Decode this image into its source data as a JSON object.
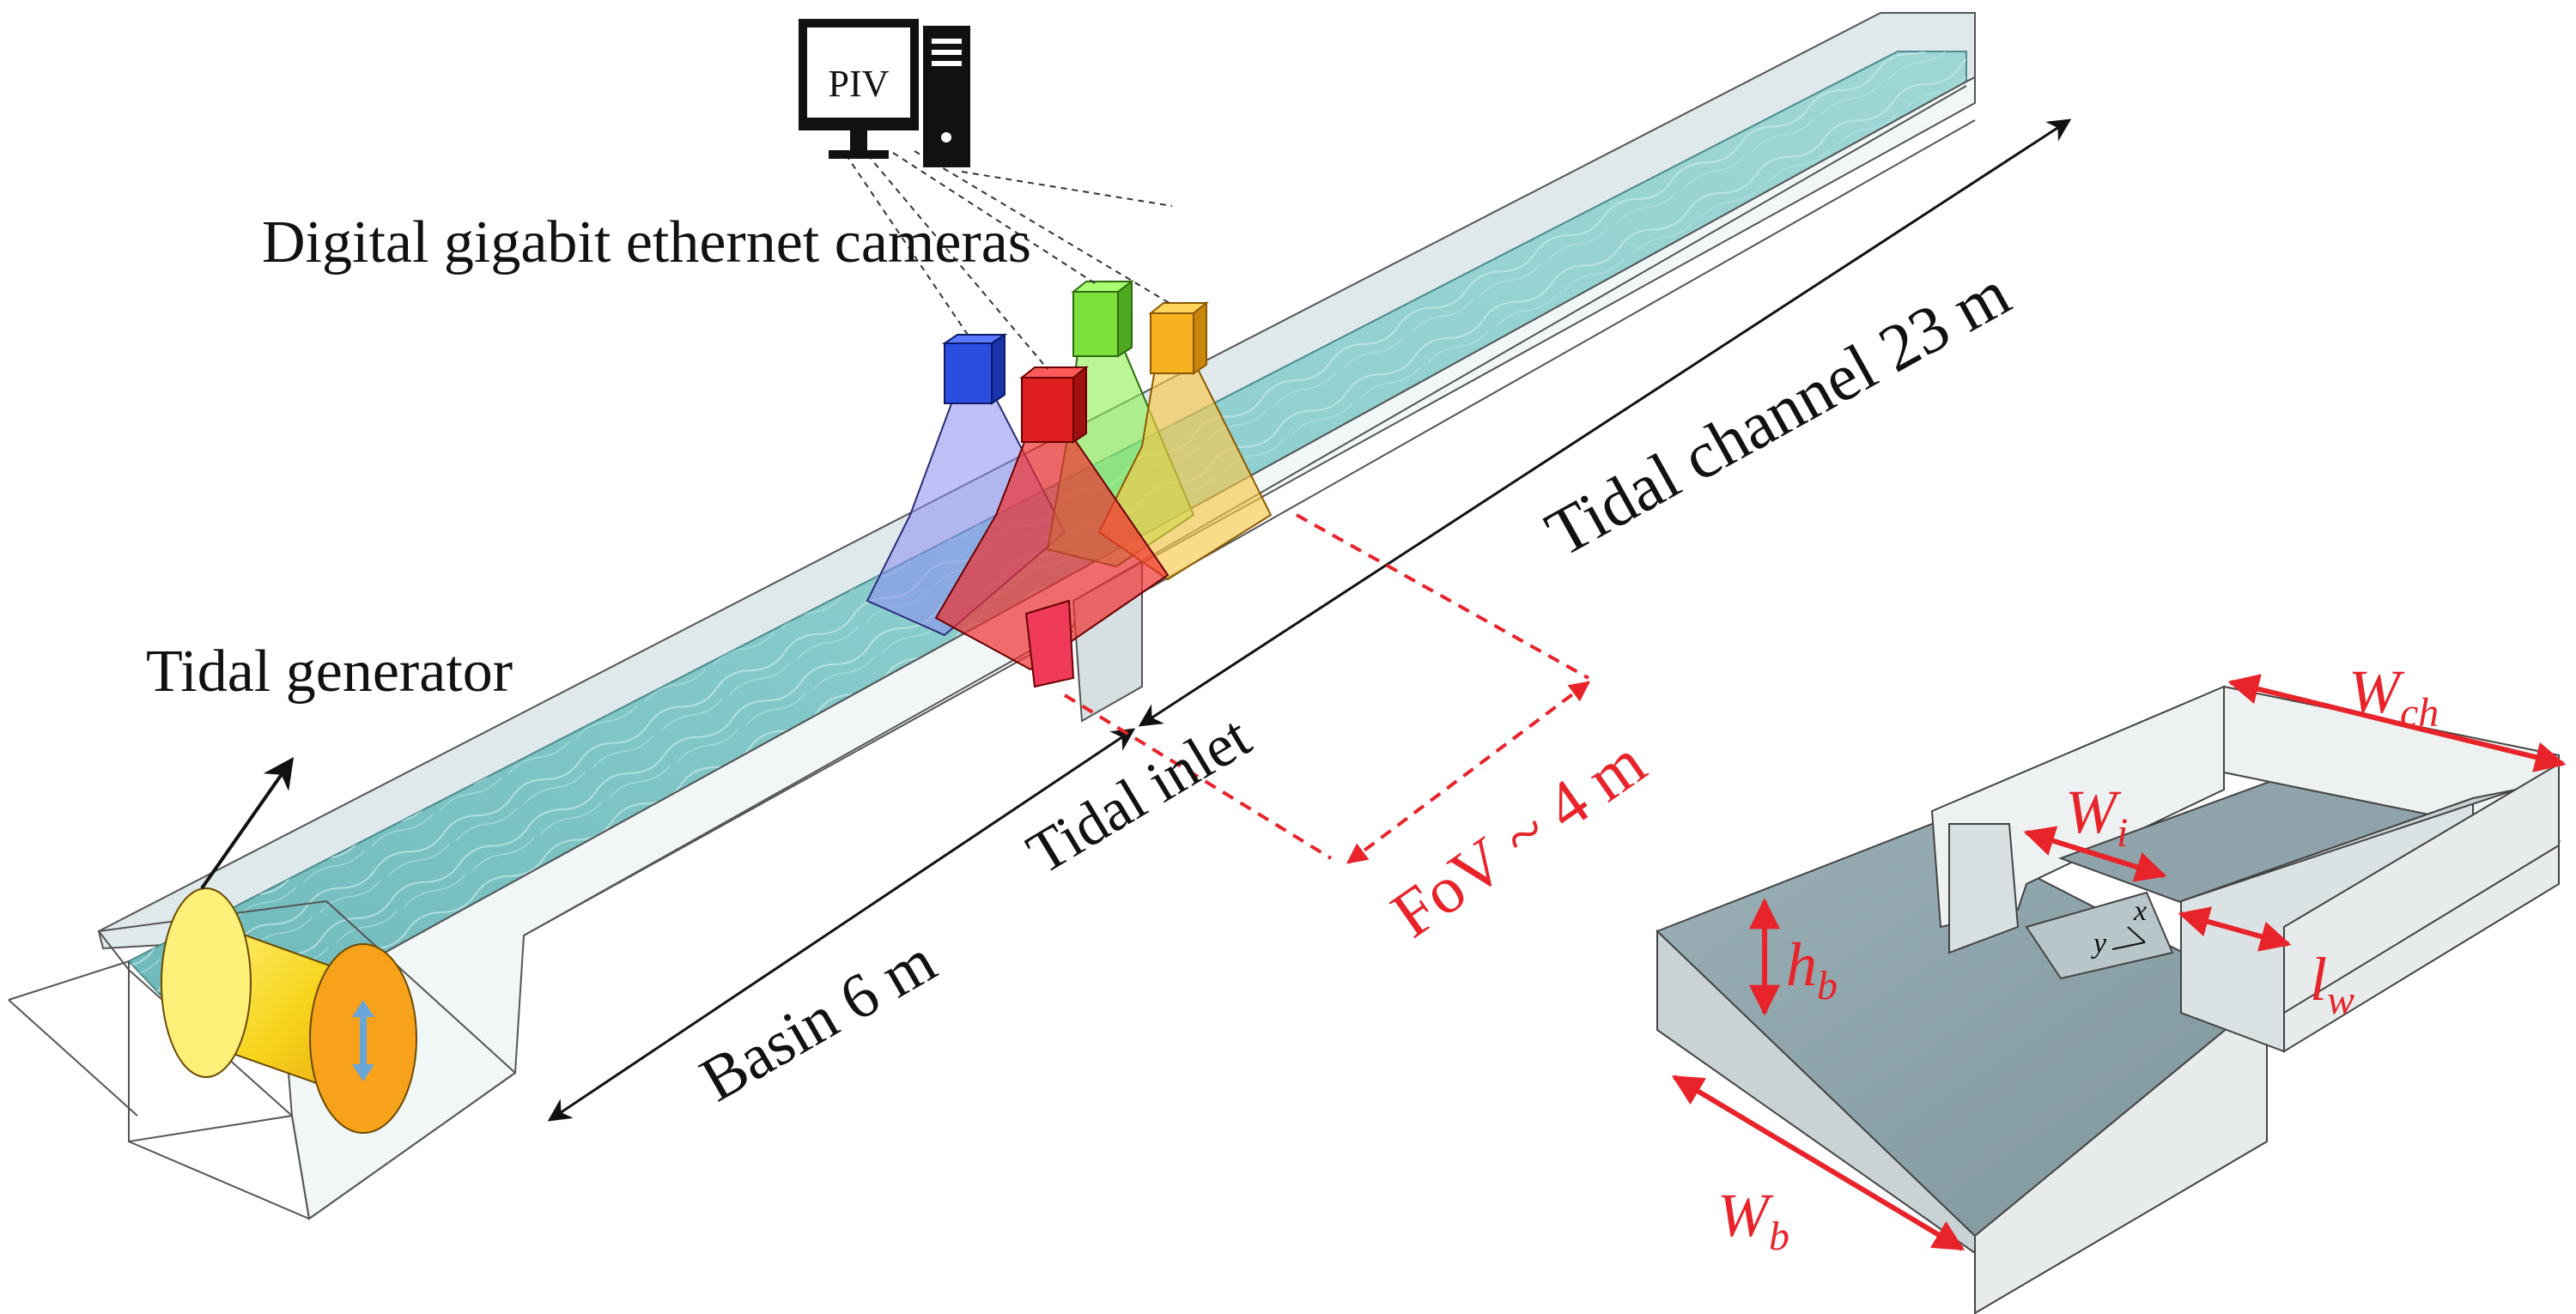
{
  "colors": {
    "water": "#7ec4c4",
    "water_dark": "#5fa9aa",
    "wall_glass": "#d8e3e6",
    "wall_edge": "#555555",
    "annotation_red": "#e8232a",
    "arrow": "#111111",
    "camera_blue": "#2c4ee0",
    "camera_red": "#e02020",
    "camera_green": "#7de03a",
    "camera_orange": "#f7b11e",
    "drum_yellow": "#f6d31a",
    "drum_orange": "#f7a21a",
    "inset_floor": "#8fa3aa",
    "inset_wall": "#e7ebec"
  },
  "icons": {
    "computer": "desktop-computer-icon",
    "tower": "pc-tower-icon"
  },
  "labels": {
    "piv": "PIV",
    "cameras": "Digital gigabit ethernet cameras",
    "tidal_generator": "Tidal generator",
    "tidal_channel": "Tidal channel 23 m",
    "tidal_inlet": "Tidal inlet",
    "basin": "Basin 6 m",
    "fov": "FoV ~ 4 m"
  },
  "inset": {
    "w_ch": {
      "base": "W",
      "sub": "ch"
    },
    "w_i": {
      "base": "W",
      "sub": "i"
    },
    "h_b": {
      "base": "h",
      "sub": "b"
    },
    "l_w": {
      "base": "l",
      "sub": "w"
    },
    "w_b": {
      "base": "W",
      "sub": "b"
    },
    "axis_x": "x",
    "axis_y": "y"
  }
}
